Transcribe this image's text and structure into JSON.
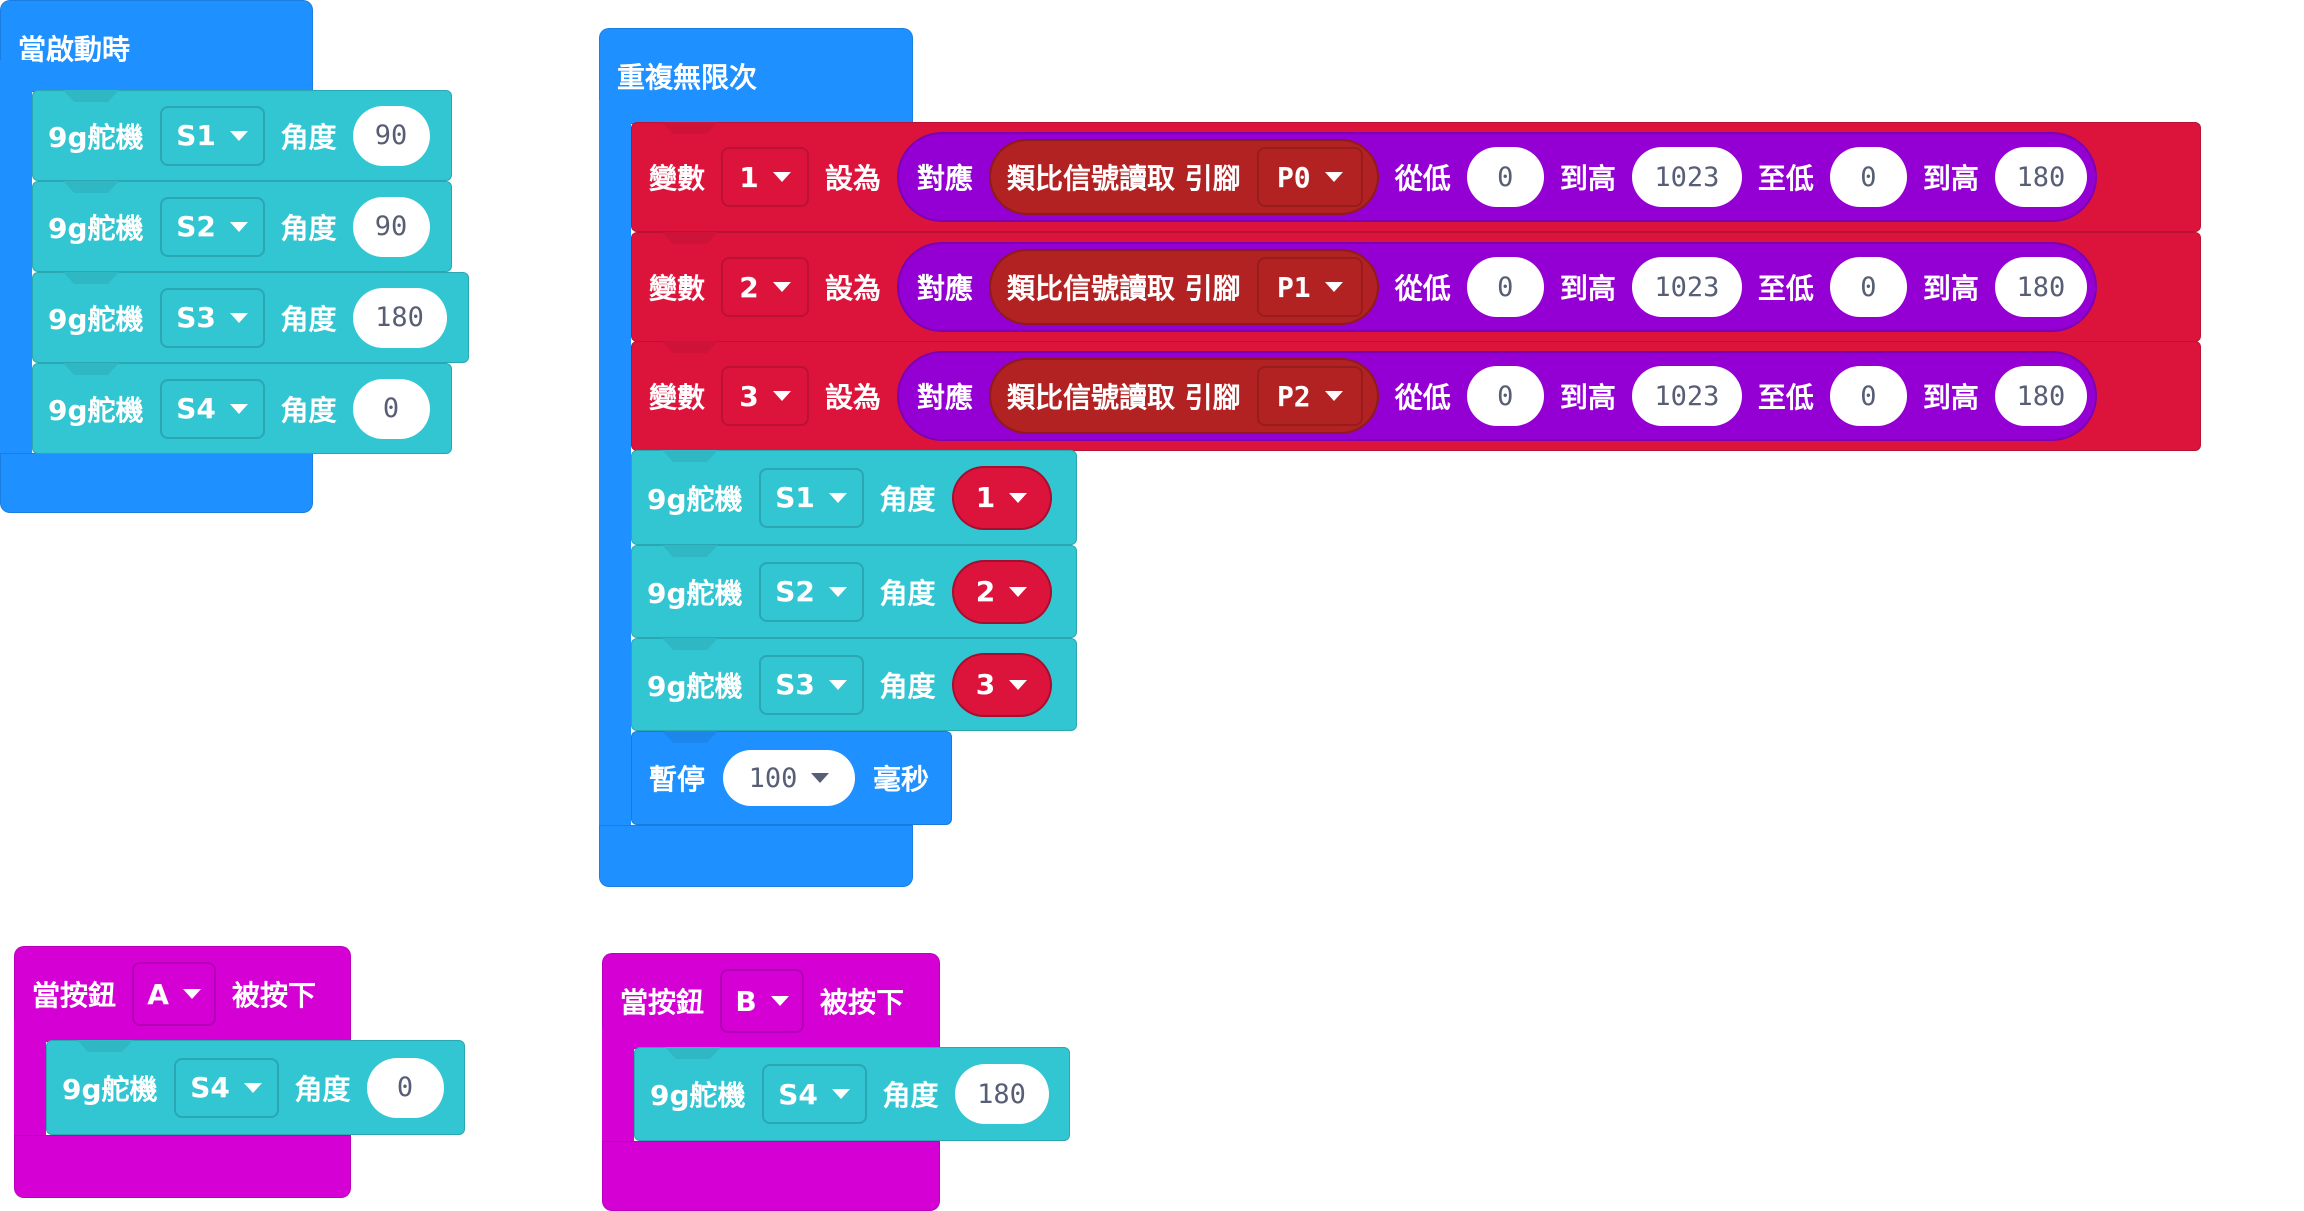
{
  "on_start": {
    "label": "當啟動時",
    "statements": [
      {
        "label": "9g舵機",
        "servo": "S1",
        "angle_label": "角度",
        "angle": "90"
      },
      {
        "label": "9g舵機",
        "servo": "S2",
        "angle_label": "角度",
        "angle": "90"
      },
      {
        "label": "9g舵機",
        "servo": "S3",
        "angle_label": "角度",
        "angle": "180"
      },
      {
        "label": "9g舵機",
        "servo": "S4",
        "angle_label": "角度",
        "angle": "0"
      }
    ]
  },
  "forever": {
    "label": "重複無限次",
    "set_vars": [
      {
        "label": "變數",
        "var": "1",
        "set_label": "設為",
        "map_label": "對應",
        "read_label": "類比信號讀取 引腳",
        "pin": "P0",
        "from_low_label": "從低",
        "from_low": "0",
        "from_high_label": "到高",
        "from_high": "1023",
        "to_low_label": "至低",
        "to_low": "0",
        "to_high_label": "到高",
        "to_high": "180"
      },
      {
        "label": "變數",
        "var": "2",
        "set_label": "設為",
        "map_label": "對應",
        "read_label": "類比信號讀取 引腳",
        "pin": "P1",
        "from_low_label": "從低",
        "from_low": "0",
        "from_high_label": "到高",
        "from_high": "1023",
        "to_low_label": "至低",
        "to_low": "0",
        "to_high_label": "到高",
        "to_high": "180"
      },
      {
        "label": "變數",
        "var": "3",
        "set_label": "設為",
        "map_label": "對應",
        "read_label": "類比信號讀取 引腳",
        "pin": "P2",
        "from_low_label": "從低",
        "from_low": "0",
        "from_high_label": "到高",
        "from_high": "1023",
        "to_low_label": "至低",
        "to_low": "0",
        "to_high_label": "到高",
        "to_high": "180"
      }
    ],
    "servos": [
      {
        "label": "9g舵機",
        "servo": "S1",
        "angle_label": "角度",
        "angle_var": "1"
      },
      {
        "label": "9g舵機",
        "servo": "S2",
        "angle_label": "角度",
        "angle_var": "2"
      },
      {
        "label": "9g舵機",
        "servo": "S3",
        "angle_label": "角度",
        "angle_var": "3"
      }
    ],
    "pause": {
      "label": "暫停",
      "value": "100",
      "unit": "毫秒"
    }
  },
  "button_a": {
    "label": "當按鈕",
    "button": "A",
    "suffix": "被按下",
    "statement": {
      "label": "9g舵機",
      "servo": "S4",
      "angle_label": "角度",
      "angle": "0"
    }
  },
  "button_b": {
    "label": "當按鈕",
    "button": "B",
    "suffix": "被按下",
    "statement": {
      "label": "9g舵機",
      "servo": "S4",
      "angle_label": "角度",
      "angle": "180"
    }
  },
  "colors": {
    "basic": "#1E90FF",
    "servo": "#32C5D2",
    "variables": "#DC143C",
    "math": "#9400D3",
    "pins": "#B22222",
    "input": "#D400D4",
    "value_text": "#575E75"
  }
}
